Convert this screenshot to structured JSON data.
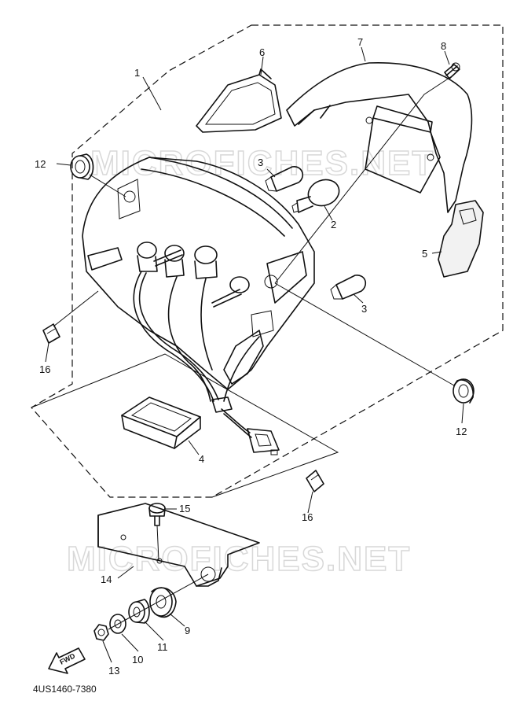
{
  "diagram": {
    "watermark_top": "MICROFICHES.NET",
    "watermark_bottom": "MICROFICHES.NET",
    "drawing_code": "4US1460-7380",
    "fwd_label": "FWD",
    "callouts": {
      "c1": "1",
      "c2": "2",
      "c3a": "3",
      "c3b": "3",
      "c4": "4",
      "c5": "5",
      "c6": "6",
      "c7": "7",
      "c8": "8",
      "c9": "9",
      "c10": "10",
      "c11": "11",
      "c12a": "12",
      "c12b": "12",
      "c13": "13",
      "c14": "14",
      "c15": "15",
      "c16a": "16",
      "c16b": "16"
    }
  }
}
